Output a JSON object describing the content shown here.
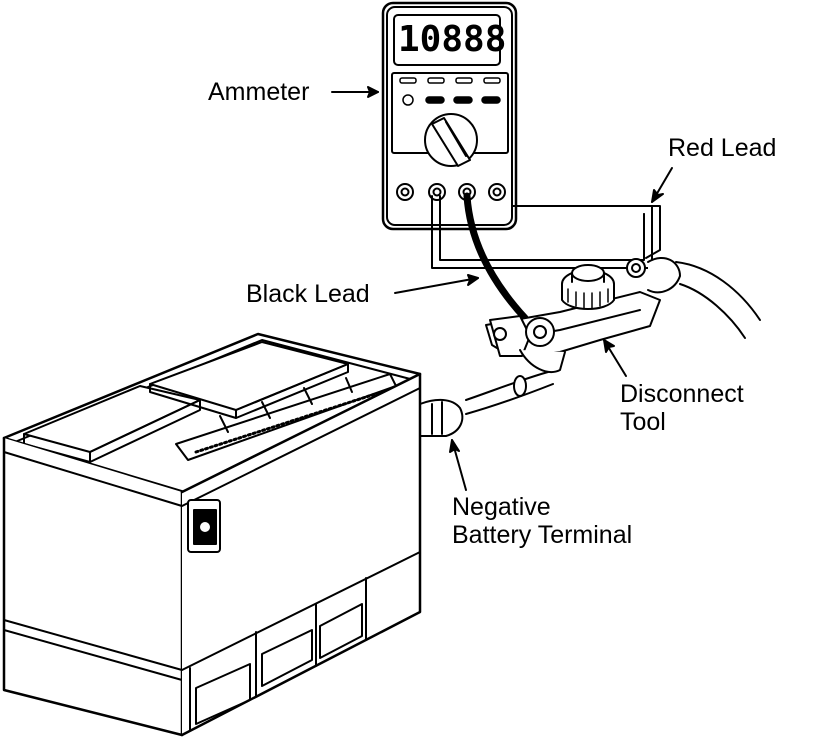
{
  "display": {
    "reading": "10888"
  },
  "labels": {
    "ammeter": "Ammeter",
    "red_lead": "Red Lead",
    "black_lead": "Black Lead",
    "disconnect_tool": [
      "Disconnect",
      "Tool"
    ],
    "negative_terminal": [
      "Negative",
      "Battery Terminal"
    ]
  },
  "colors": {
    "ink": "#000000",
    "paper": "#ffffff"
  }
}
